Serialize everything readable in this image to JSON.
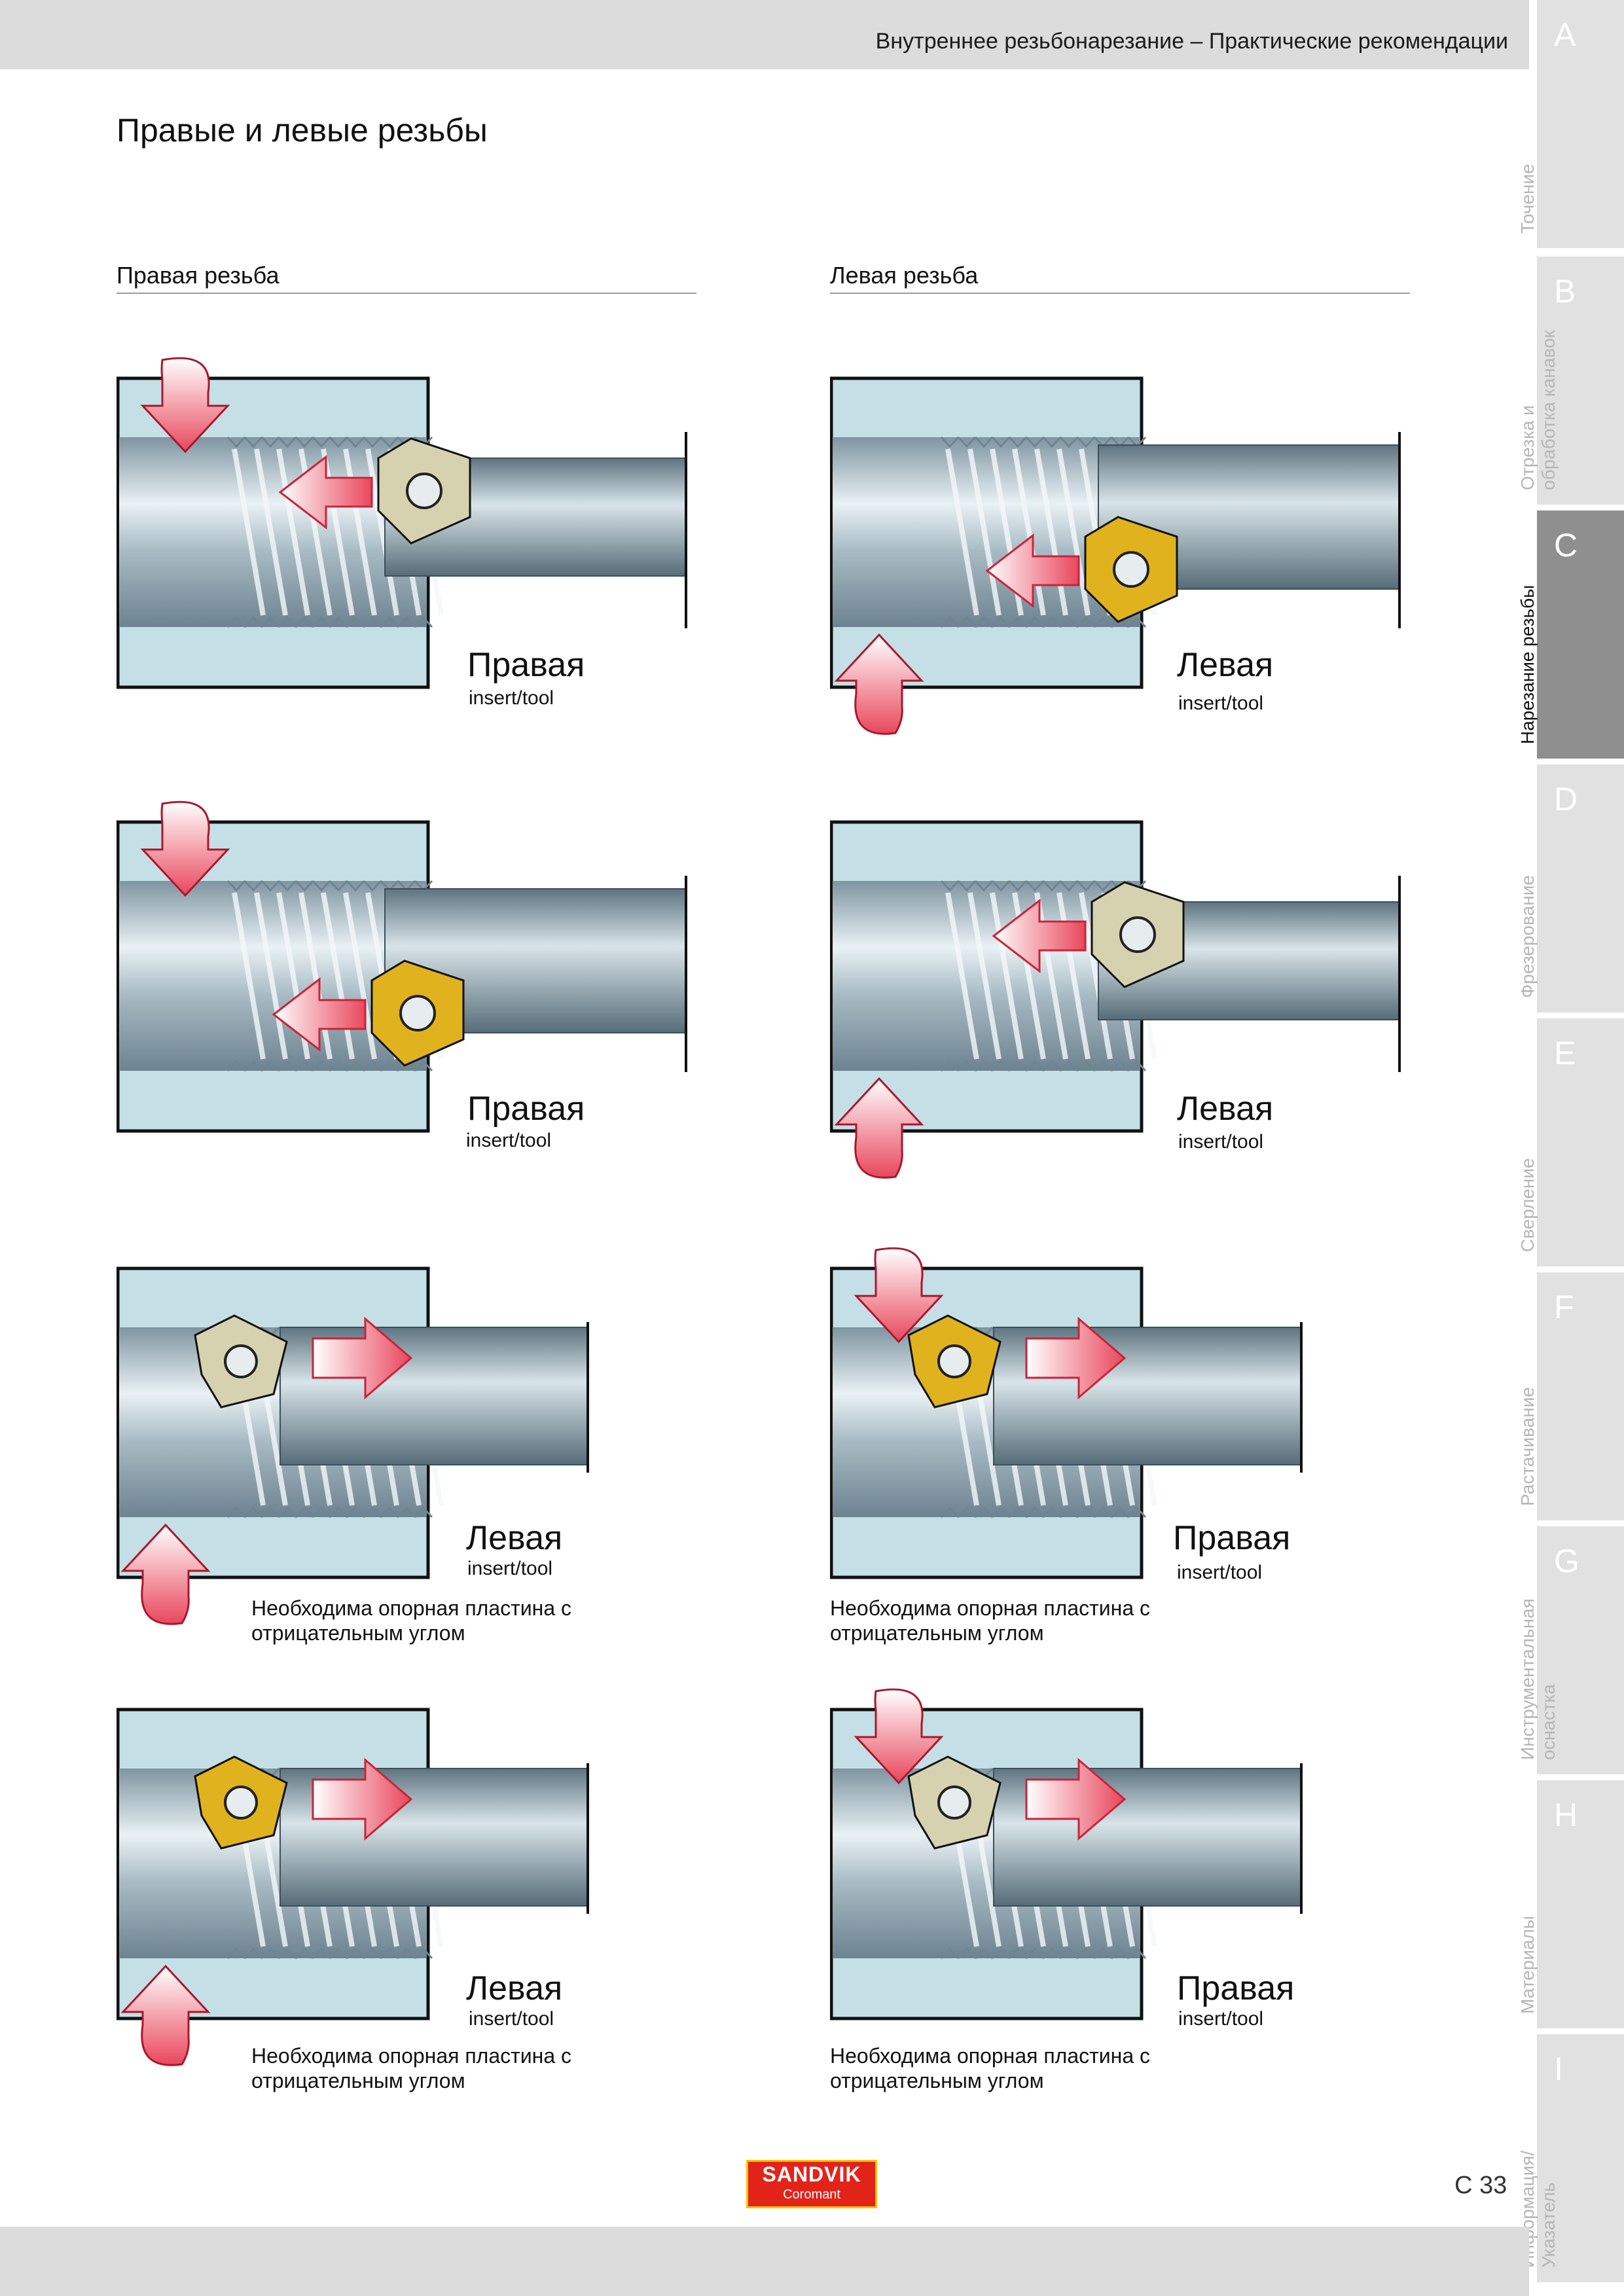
{
  "header": {
    "title": "Внутреннее резьбонарезание – Практические рекомендации"
  },
  "page_title": "Правые и левые резьбы",
  "columns": {
    "right_heading": "Правая резьба",
    "left_heading": "Левая резьба"
  },
  "diagrams": [
    {
      "hand": "Правая",
      "sub": "insert/tool",
      "note1": "",
      "note2": ""
    },
    {
      "hand": "Левая",
      "sub": "insert/tool",
      "note1": "",
      "note2": ""
    },
    {
      "hand": "Правая",
      "sub": "insert/tool",
      "note1": "",
      "note2": ""
    },
    {
      "hand": "Левая",
      "sub": "insert/tool",
      "note1": "",
      "note2": ""
    },
    {
      "hand": "Левая",
      "sub": "insert/tool",
      "note1": "Необходима опорная пластина с",
      "note2": "отрицательным углом"
    },
    {
      "hand": "Правая",
      "sub": "insert/tool",
      "note1": "Необходима опорная пластина с",
      "note2": "отрицательным углом"
    },
    {
      "hand": "Левая",
      "sub": "insert/tool",
      "note1": "Необходима опорная пластина с",
      "note2": "отрицательным углом"
    },
    {
      "hand": "Правая",
      "sub": "insert/tool",
      "note1": "Необходима опорная пластина с",
      "note2": "отрицательным углом"
    }
  ],
  "tabs": [
    {
      "letter": "A",
      "label": "Точение",
      "active": false
    },
    {
      "letter": "B",
      "label": "Отрезка и\nобработка канавок",
      "active": false
    },
    {
      "letter": "C",
      "label": "Нарезание резьбы",
      "active": true
    },
    {
      "letter": "D",
      "label": "Фрезерование",
      "active": false
    },
    {
      "letter": "E",
      "label": "Сверление",
      "active": false
    },
    {
      "letter": "F",
      "label": "Растачивание",
      "active": false
    },
    {
      "letter": "G",
      "label": "Инструментальная\nоснастка",
      "active": false
    },
    {
      "letter": "H",
      "label": "Материалы",
      "active": false
    },
    {
      "letter": "I",
      "label": "Информация/\nУказатель",
      "active": false
    }
  ],
  "footer": {
    "brand_top": "SANDVIK",
    "brand_bottom": "Coromant",
    "page_number": "C 33"
  },
  "colors": {
    "workpiece": "#c4e0e6",
    "steel": "#8ea4b0",
    "insert_gold": "#e0b21e",
    "insert_grey": "#d6d2b0",
    "arrow": "#ef6f80",
    "tab_active": "#8f8f8f",
    "tab": "#e1e1e1"
  }
}
